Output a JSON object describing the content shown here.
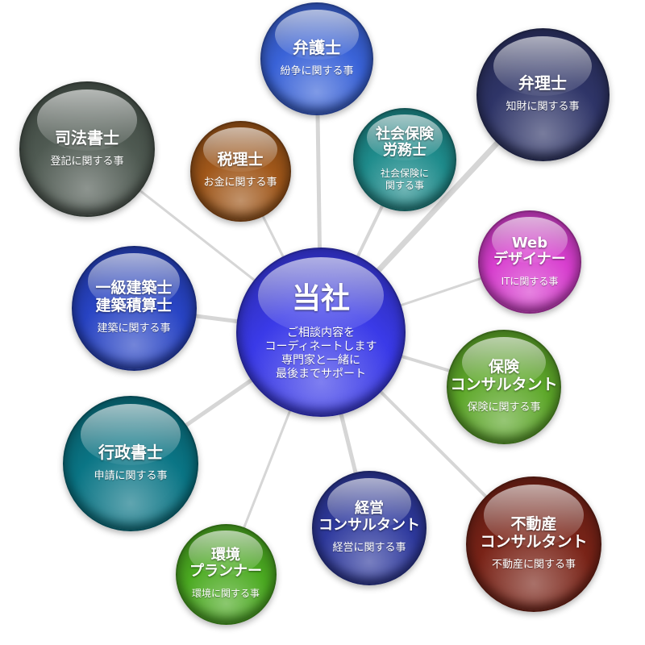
{
  "center": {
    "title": "当社",
    "description": "ご相談内容を\nコーディネートします\n専門家と一緒に\n最後までサポート",
    "color": "#3a3ae8"
  },
  "nodes": [
    {
      "id": "bengoshi",
      "title": "弁護士",
      "subtitle": "紛争に関する事",
      "color": "#3a63d8"
    },
    {
      "id": "benrishi",
      "title": "弁理士",
      "subtitle": "知財に関する事",
      "color": "#2f3568"
    },
    {
      "id": "shihou-shoshi",
      "title": "司法書士",
      "subtitle": "登記に関する事",
      "color": "#4f5a52"
    },
    {
      "id": "zeirishi",
      "title": "税理士",
      "subtitle": "お金に関する事",
      "color": "#a0571a"
    },
    {
      "id": "sharoushi",
      "title": "社会保険\n労務士",
      "subtitle": "社会保険に\n関する事",
      "color": "#1f8c8c"
    },
    {
      "id": "web-designer",
      "title": "Web\nデザイナー",
      "subtitle": "ITに関する事",
      "color": "#d83fcf"
    },
    {
      "id": "kenchikushi",
      "title": "一級建築士\n建築積算士",
      "subtitle": "建築に関する事",
      "color": "#2844c4"
    },
    {
      "id": "hoken-consultant",
      "title": "保険\nコンサルタント",
      "subtitle": "保険に関する事",
      "color": "#5ea82a"
    },
    {
      "id": "gyousei-shoshi",
      "title": "行政書士",
      "subtitle": "申請に関する事",
      "color": "#0a7585"
    },
    {
      "id": "keiei-consultant",
      "title": "経営\nコンサルタント",
      "subtitle": "経営に関する事",
      "color": "#2f3a9e"
    },
    {
      "id": "fudousan-consultant",
      "title": "不動産\nコンサルタント",
      "subtitle": "不動産に関する事",
      "color": "#7a2418"
    },
    {
      "id": "kankyou-planner",
      "title": "環境\nプランナー",
      "subtitle": "環境に関する事",
      "color": "#4cab22"
    }
  ]
}
